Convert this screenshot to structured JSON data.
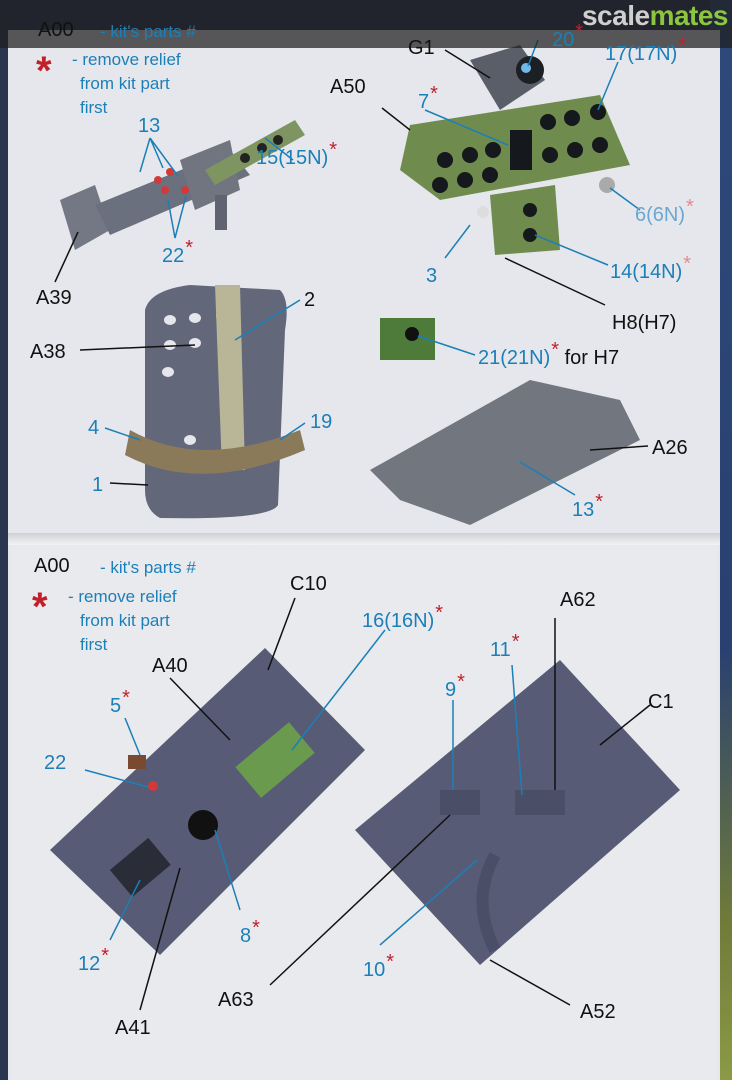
{
  "watermark": {
    "part1": "scale",
    "part2": "mates"
  },
  "top_section": {
    "legend": {
      "kit_code": "A00",
      "kit_desc": "- kit's parts #",
      "star": "*",
      "star_line1": "- remove relief",
      "star_line2": "from kit part",
      "star_line3": "first"
    },
    "labels": {
      "p13a": "13",
      "p15": "15(15N)",
      "p22": "22",
      "a39": "A39",
      "g1": "G1",
      "p20": "20",
      "p17": "17(17N)",
      "a50": "A50",
      "p7": "7",
      "p6": "6(6N)",
      "p14": "14(14N)",
      "p3": "3",
      "h8": "H8(H7)",
      "a38": "A38",
      "p2": "2",
      "p21": "21(21N)",
      "for_h7": "for H7",
      "p4": "4",
      "p19": "19",
      "p1": "1",
      "a26": "A26",
      "p13b": "13"
    }
  },
  "bottom_section": {
    "legend": {
      "kit_code": "A00",
      "kit_desc": "- kit's parts #",
      "star": "*",
      "star_line1": "- remove relief",
      "star_line2": "from kit part",
      "star_line3": "first"
    },
    "labels": {
      "c10": "C10",
      "p16": "16(16N)",
      "a62": "A62",
      "p11": "11",
      "p9": "9",
      "c1": "C1",
      "a40": "A40",
      "p5": "5",
      "p22": "22",
      "p8": "8",
      "p12": "12",
      "p10": "10",
      "a63": "A63",
      "a52": "A52",
      "a41": "A41"
    }
  },
  "colors": {
    "accent_blue": "#1b7fb8",
    "star_red": "#c0202a",
    "part_gray": "#5d6270",
    "panel_green": "#6f8c4e"
  }
}
